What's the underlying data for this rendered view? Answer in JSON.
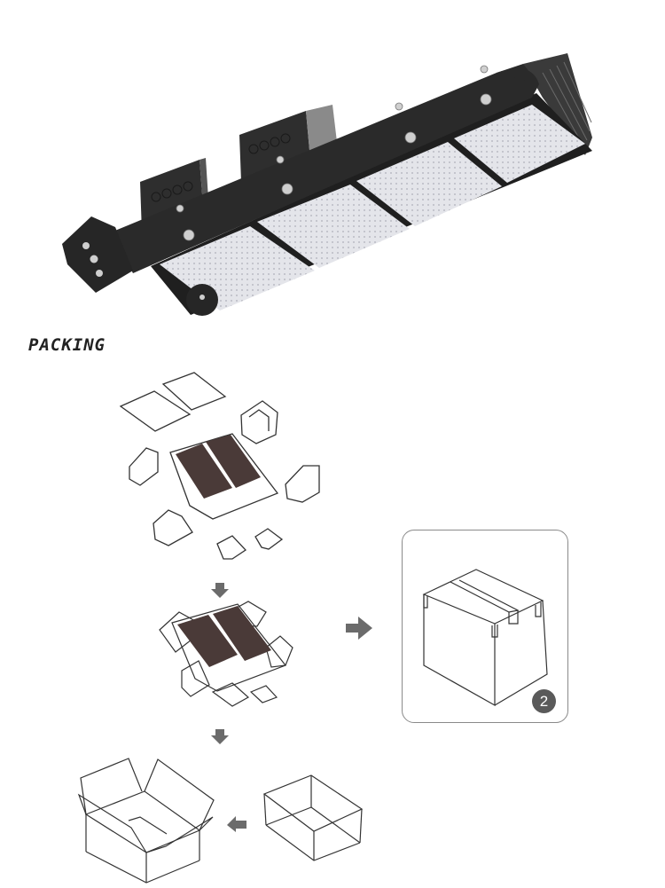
{
  "product_image": {
    "subject": "four-module LED flood light fixture",
    "module_count": 4,
    "colors": {
      "housing": "#2b2b2b",
      "lens": "#e3e4ea",
      "bolt": "#c8c8c8"
    }
  },
  "packing": {
    "title": "PACKING",
    "steps": [
      {
        "name": "exploded-view",
        "description": "light fixture with foam corner protectors and cover sheets"
      },
      {
        "name": "assembled-protectors",
        "description": "fixture with corner protectors fitted"
      },
      {
        "name": "inner-box",
        "description": "inner box"
      },
      {
        "name": "open-carton",
        "description": "open outer carton"
      },
      {
        "name": "sealed-carton",
        "description": "sealed carton with tape",
        "badge": "2"
      }
    ],
    "arrow_color": "#6b6b6b",
    "line_color": "#333333"
  }
}
